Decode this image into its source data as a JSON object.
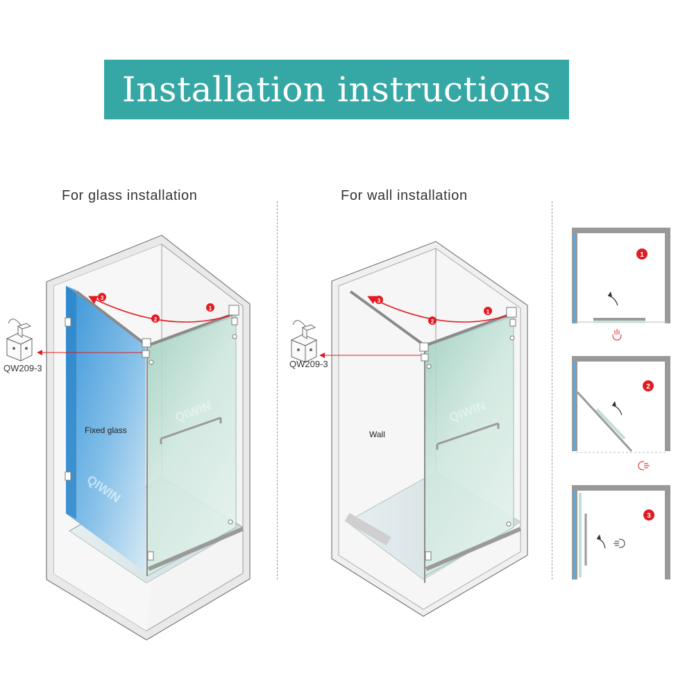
{
  "header": {
    "title": "Installation instructions"
  },
  "sections": {
    "glass": {
      "title": "For glass installation",
      "part_label": "QW209-3",
      "panel_label": "Fixed glass"
    },
    "wall": {
      "title": "For wall installation",
      "part_label": "QW209-3",
      "panel_label": "Wall"
    }
  },
  "step_numbers": [
    "1",
    "2",
    "3"
  ],
  "watermark": "QIWIN",
  "colors": {
    "banner": "#35a7a4",
    "step_red": "#e11b22",
    "glass_blue": "#3d9ee0",
    "glass_green": "#bfe0d4",
    "wall_outline": "#7a7a7a"
  }
}
